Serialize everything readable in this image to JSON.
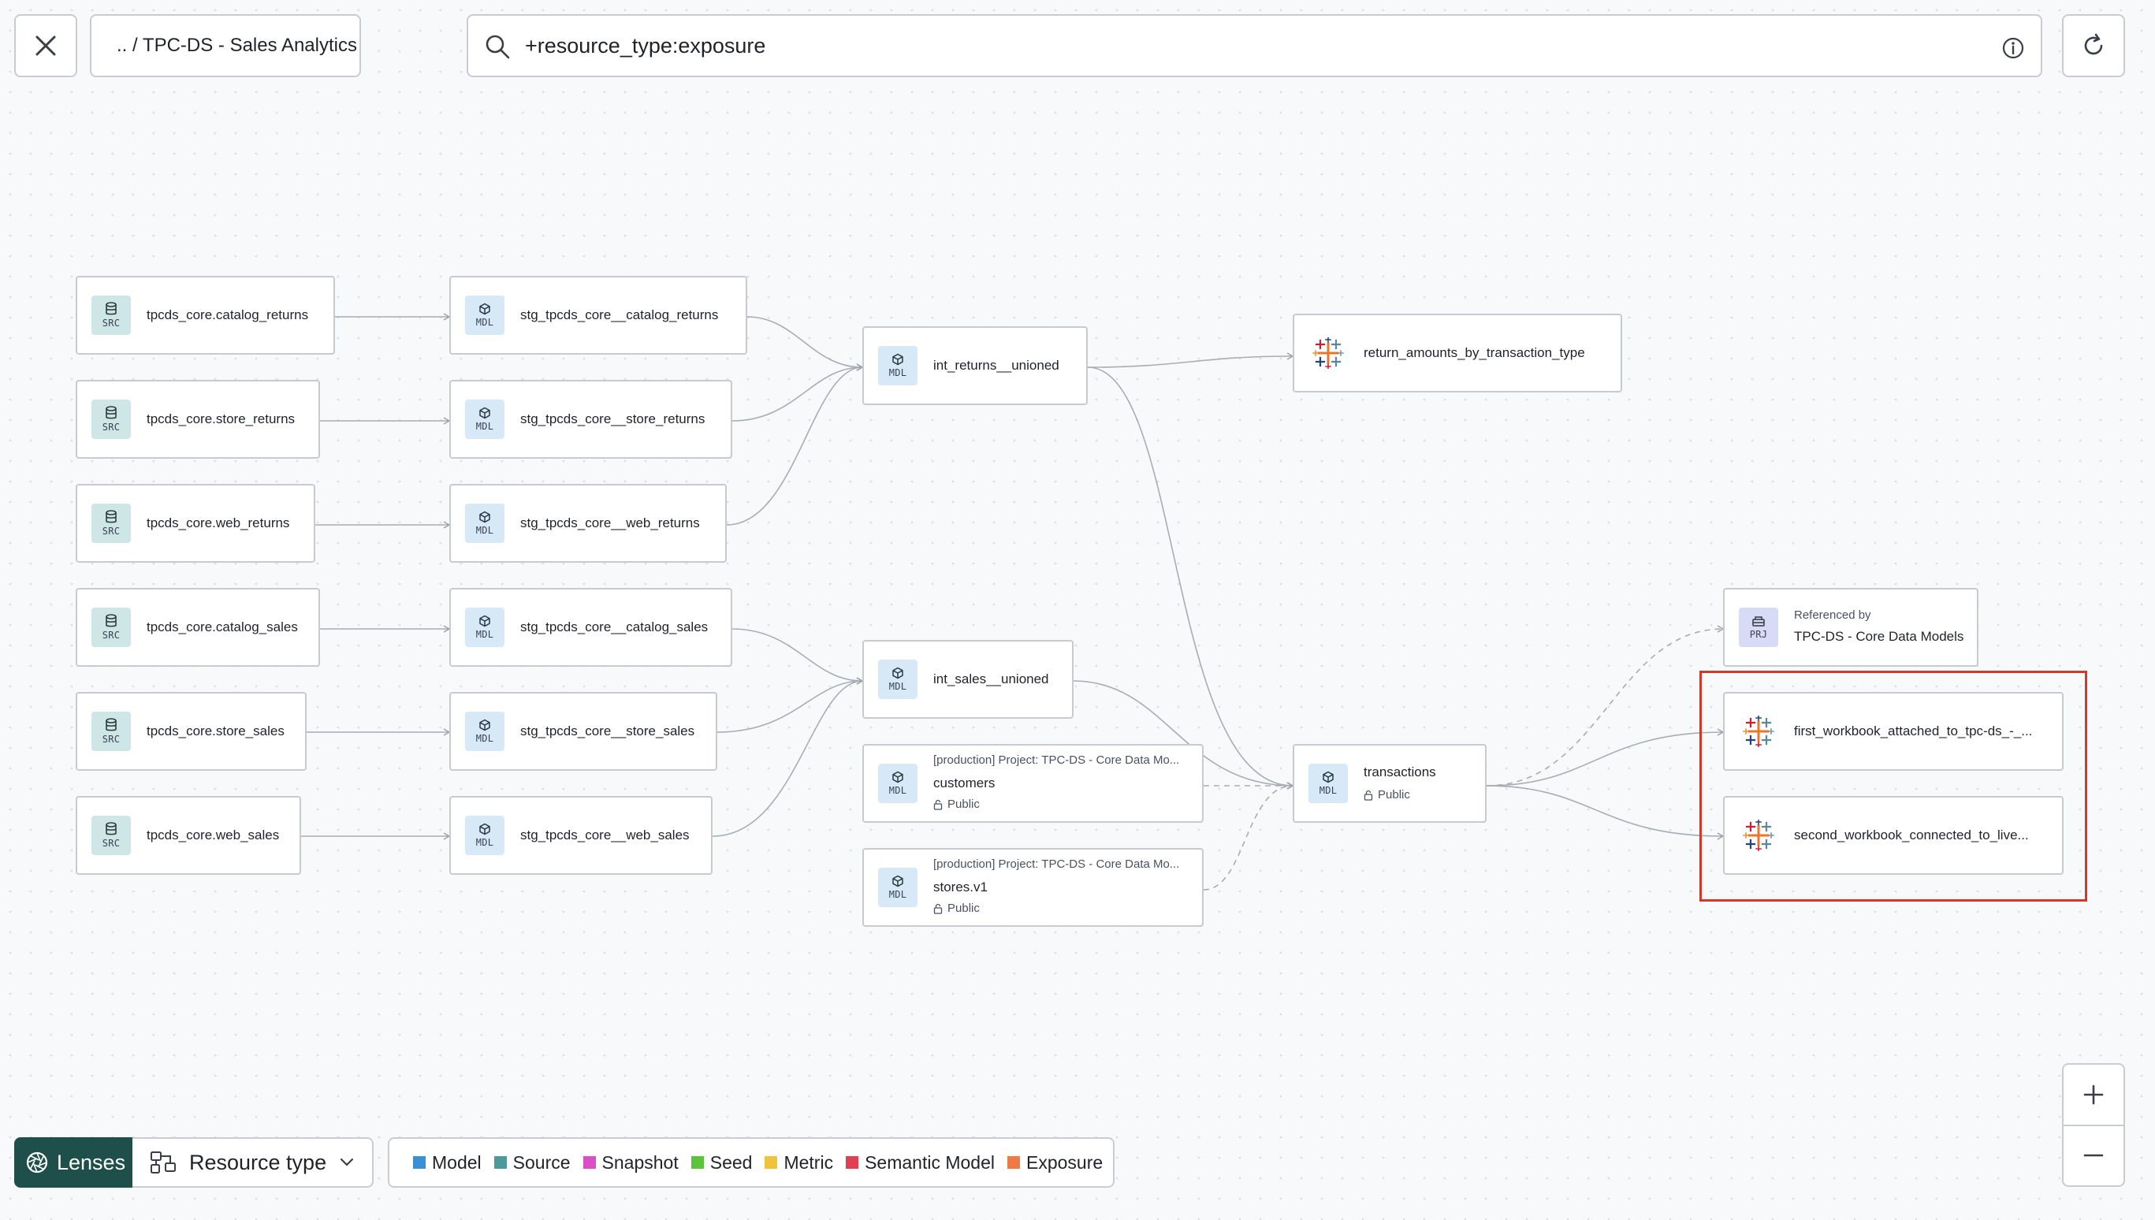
{
  "header": {
    "breadcrumb": ".. / TPC-DS - Sales Analytics",
    "search_query": "+resource_type:exposure"
  },
  "nodes": [
    {
      "id": "src_catalog_returns",
      "label": "tpcds_core.catalog_returns",
      "badge": "SRC"
    },
    {
      "id": "src_store_returns",
      "label": "tpcds_core.store_returns",
      "badge": "SRC"
    },
    {
      "id": "src_web_returns",
      "label": "tpcds_core.web_returns",
      "badge": "SRC"
    },
    {
      "id": "src_catalog_sales",
      "label": "tpcds_core.catalog_sales",
      "badge": "SRC"
    },
    {
      "id": "src_store_sales",
      "label": "tpcds_core.store_sales",
      "badge": "SRC"
    },
    {
      "id": "src_web_sales",
      "label": "tpcds_core.web_sales",
      "badge": "SRC"
    },
    {
      "id": "stg_catalog_returns",
      "label": "stg_tpcds_core__catalog_returns",
      "badge": "MDL"
    },
    {
      "id": "stg_store_returns",
      "label": "stg_tpcds_core__store_returns",
      "badge": "MDL"
    },
    {
      "id": "stg_web_returns",
      "label": "stg_tpcds_core__web_returns",
      "badge": "MDL"
    },
    {
      "id": "stg_catalog_sales",
      "label": "stg_tpcds_core__catalog_sales",
      "badge": "MDL"
    },
    {
      "id": "stg_store_sales",
      "label": "stg_tpcds_core__store_sales",
      "badge": "MDL"
    },
    {
      "id": "stg_web_sales",
      "label": "stg_tpcds_core__web_sales",
      "badge": "MDL"
    },
    {
      "id": "int_returns",
      "label": "int_returns__unioned",
      "badge": "MDL"
    },
    {
      "id": "int_sales",
      "label": "int_sales__unioned",
      "badge": "MDL"
    },
    {
      "id": "customers",
      "project": "[production] Project: TPC-DS - Core Data Mo...",
      "label": "customers",
      "access": "Public",
      "badge": "MDL"
    },
    {
      "id": "stores",
      "project": "[production] Project: TPC-DS - Core Data Mo...",
      "label": "stores.v1",
      "access": "Public",
      "badge": "MDL"
    },
    {
      "id": "return_amounts",
      "label": "return_amounts_by_transaction_type",
      "icon": "tableau-icon"
    },
    {
      "id": "transactions",
      "label": "transactions",
      "access": "Public",
      "badge": "MDL"
    },
    {
      "id": "referenced_by",
      "caption": "Referenced by",
      "label": "TPC-DS - Core Data Models",
      "badge": "PRJ"
    },
    {
      "id": "first_workbook",
      "label": "first_workbook_attached_to_tpc-ds_-_...",
      "icon": "tableau-icon"
    },
    {
      "id": "second_workbook",
      "label": "second_workbook_connected_to_live...",
      "icon": "tableau-icon"
    }
  ],
  "lenses": {
    "label": "Lenses",
    "selected": "Resource type"
  },
  "legend": [
    {
      "label": "Model",
      "color": "#3b8fd6"
    },
    {
      "label": "Source",
      "color": "#4e9a9a"
    },
    {
      "label": "Snapshot",
      "color": "#d94fc4"
    },
    {
      "label": "Seed",
      "color": "#5cc43b"
    },
    {
      "label": "Metric",
      "color": "#f0c43a"
    },
    {
      "label": "Semantic Model",
      "color": "#e04050"
    },
    {
      "label": "Exposure",
      "color": "#ee7a45"
    }
  ],
  "colors": {
    "highlight": "#d13a2b",
    "lenses_bg": "#1f4f4a"
  }
}
